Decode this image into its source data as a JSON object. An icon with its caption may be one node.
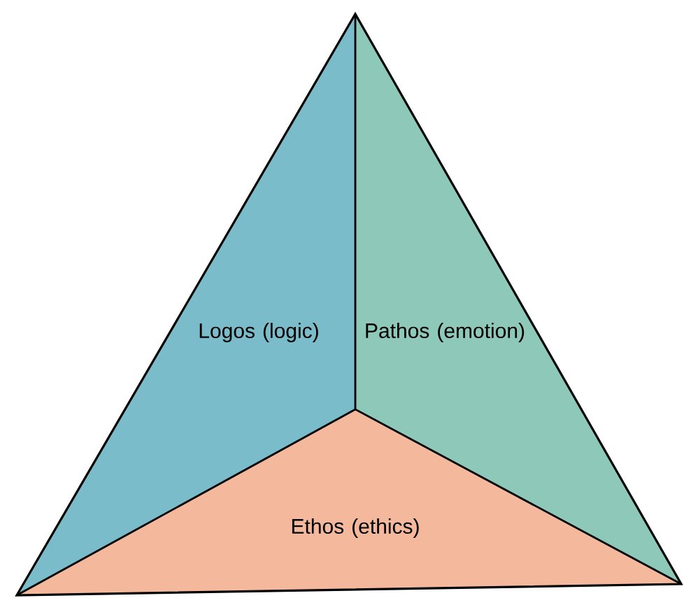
{
  "diagram": {
    "nodes": [
      {
        "text": [
          "Logos (logic)"
        ]
      },
      {
        "text": [
          "Pathos (emotion)"
        ]
      },
      {
        "text": [
          "Ethos (ethics)"
        ]
      }
    ]
  }
}
